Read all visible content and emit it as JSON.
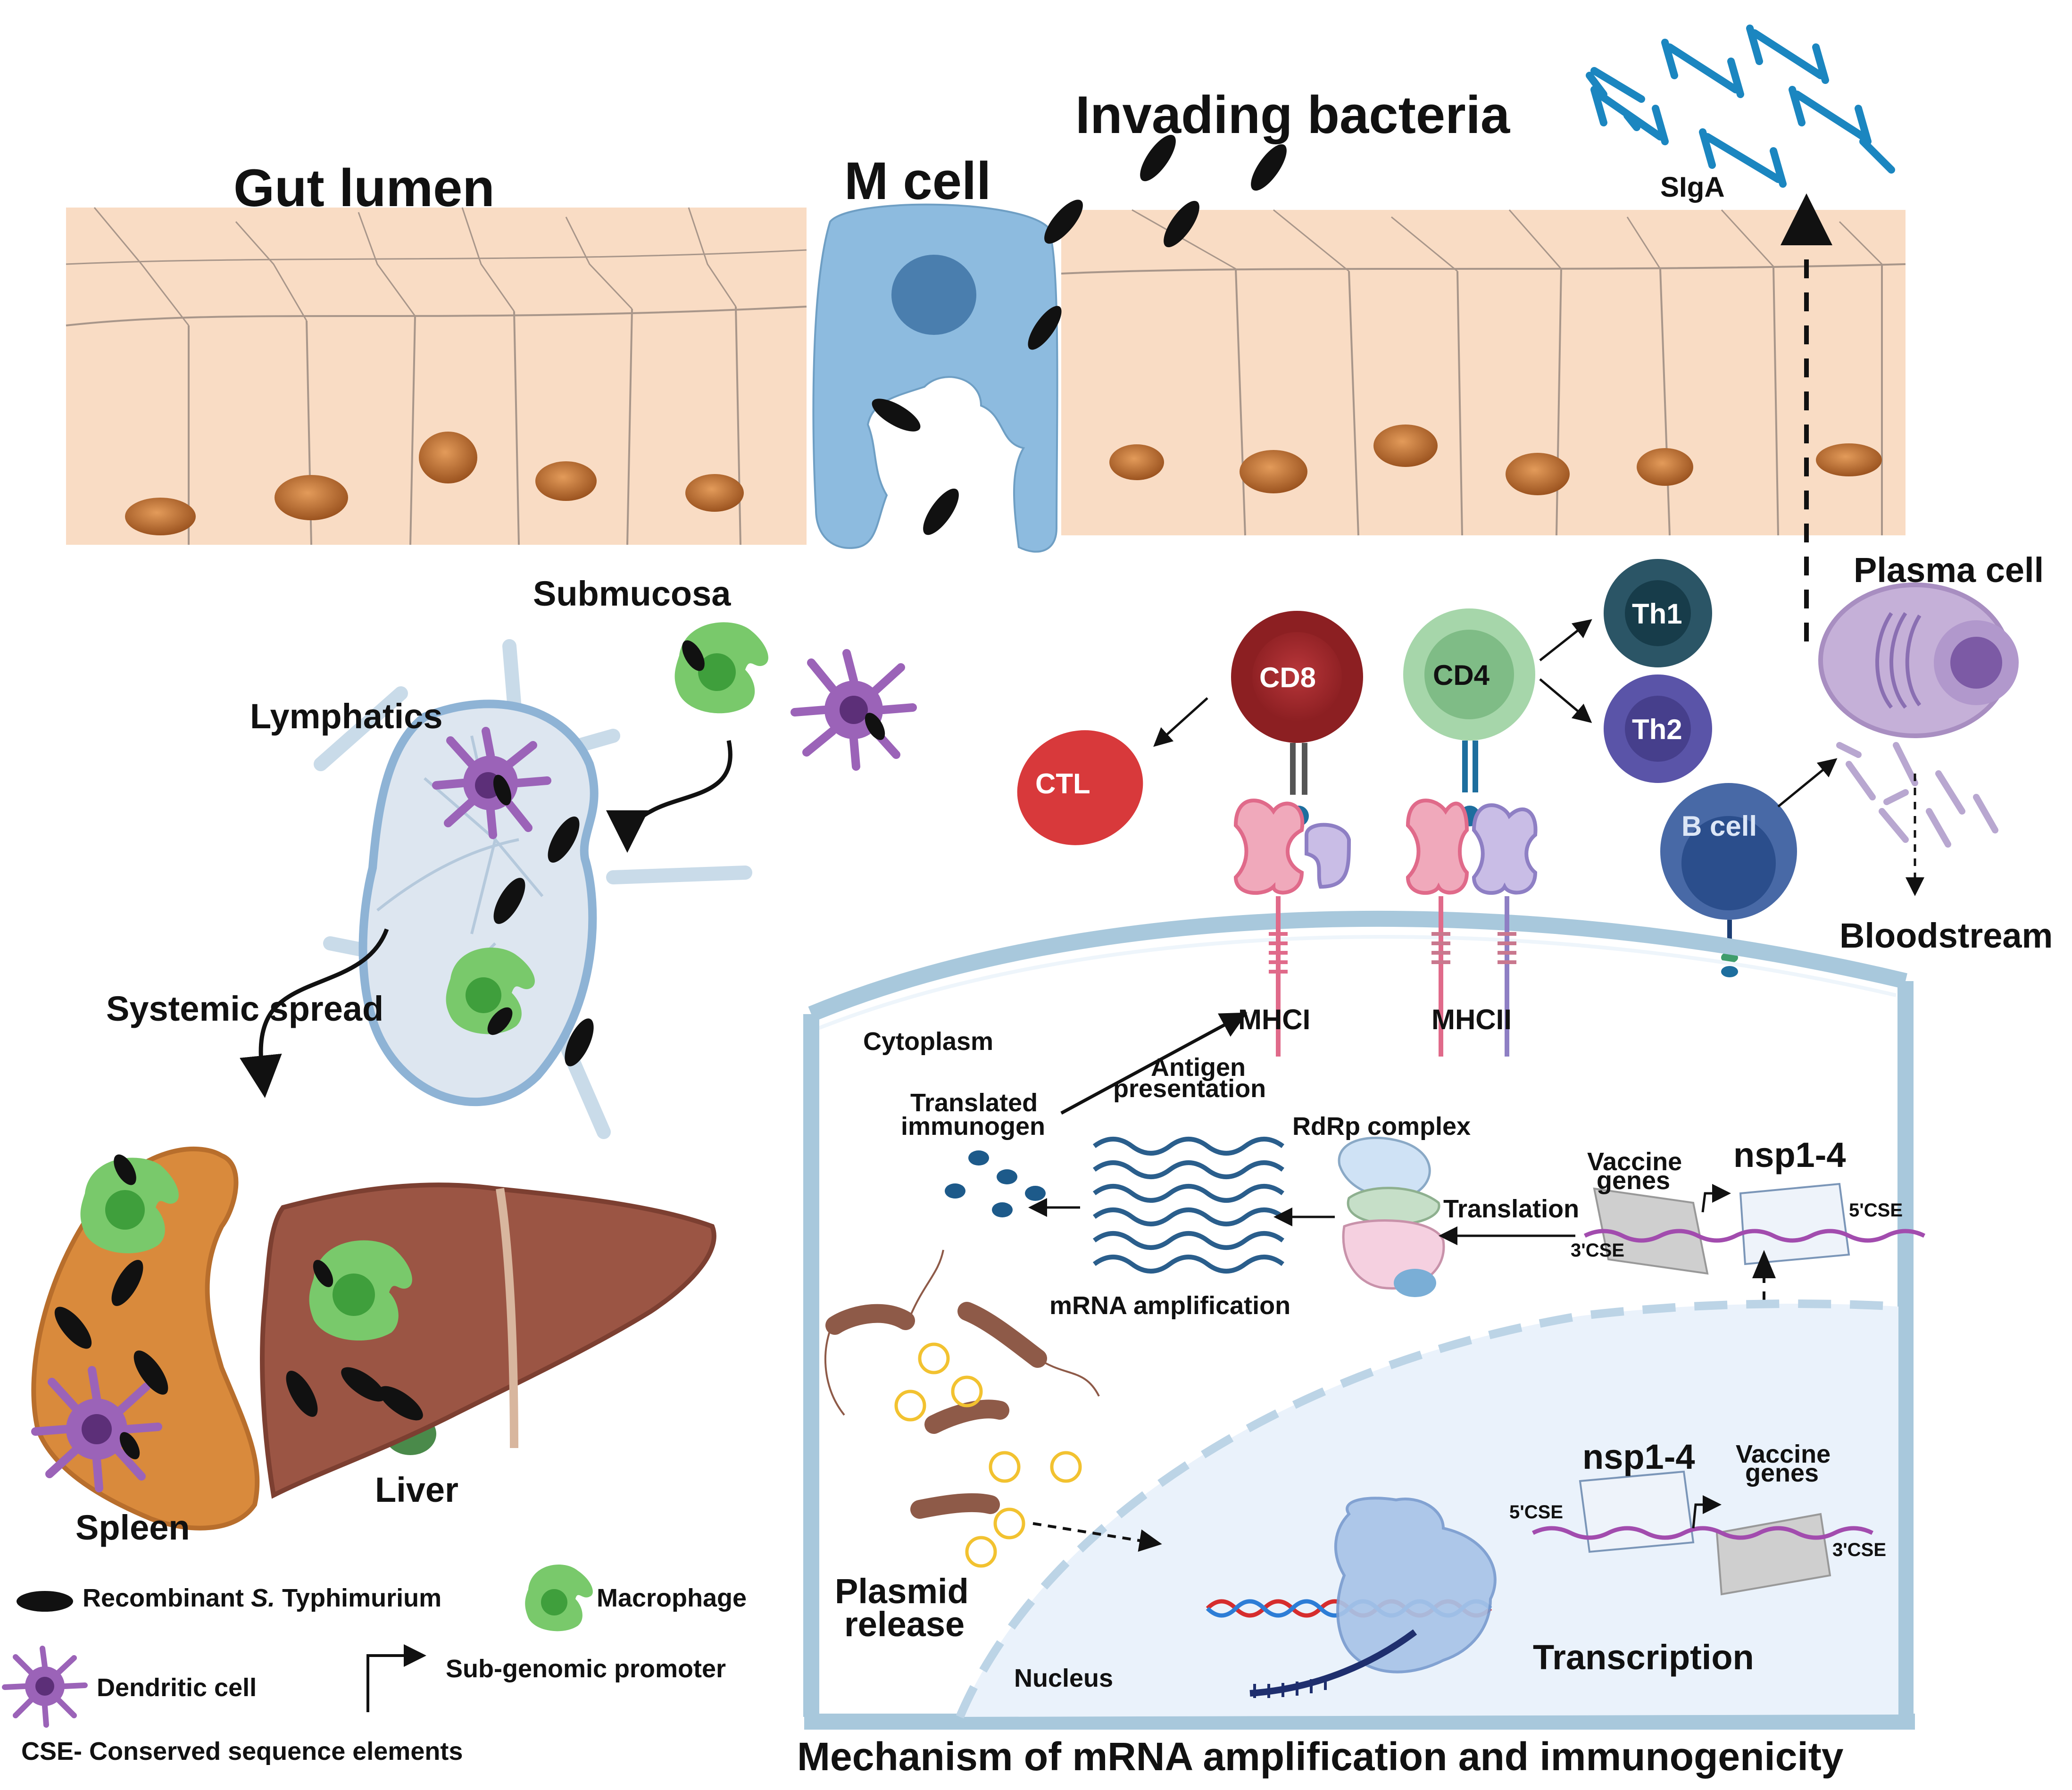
{
  "labels": {
    "gut_lumen": "Gut lumen",
    "m_cell": "M cell",
    "invading_bacteria": "Invading bacteria",
    "siga": "SIgA",
    "submucosa": "Submucosa",
    "lymphatics": "Lymphatics",
    "systemic_spread": "Systemic spread",
    "spleen": "Spleen",
    "liver": "Liver",
    "plasma_cell": "Plasma cell",
    "bloodstream": "Bloodstream",
    "b_cell": "B cell",
    "ctl": "CTL",
    "cd8": "CD8",
    "cd4": "CD4",
    "th1": "Th1",
    "th2": "Th2",
    "mhci": "MHCI",
    "mhcii": "MHCII",
    "cytoplasm": "Cytoplasm",
    "antigen": "Antigen",
    "presentation": "presentation",
    "translated": "Translated",
    "immunogen": "immunogen",
    "rdrp_complex": "RdRp complex",
    "vaccine_top": "Vaccine",
    "genes_top": "genes",
    "nsp_top": "nsp1-4",
    "translation": "Translation",
    "cse5_top": "5'CSE",
    "cse3_top": "3'CSE",
    "mrna_amplification": "mRNA amplification",
    "plasmid": "Plasmid",
    "release": "release",
    "nucleus": "Nucleus",
    "transcription": "Transcription",
    "nsp_bottom": "nsp1-4",
    "vaccine_bottom": "Vaccine",
    "genes_bottom": "genes",
    "cse5_bottom": "5'CSE",
    "cse3_bottom": "3'CSE",
    "mechanism_title": "Mechanism of mRNA amplification and immunogenicity"
  },
  "legend": {
    "recombinant_prefix": "Recombinant ",
    "recombinant_italic": "S.",
    "recombinant_suffix": " Typhimurium",
    "macrophage": "Macrophage",
    "dendritic_cell": "Dendritic cell",
    "sub_genomic_promoter": "Sub-genomic promoter",
    "cse_definition": "CSE- Conserved sequence elements"
  },
  "colors": {
    "epithelium": "#f9dcc4",
    "m_cell": "#8dbbdf",
    "nucleus_brown": "#b86a2c",
    "bacteria": "#111111",
    "macrophage": "#79c96b",
    "dendritic": "#9b63b8",
    "cd8": "#a3282b",
    "ctl": "#d8393b",
    "cd4": "#9ccf9f",
    "th1": "#2b5566",
    "th2": "#5a54a8",
    "b_cell": "#4869a6",
    "plasma_cell": "#c5b0d8",
    "mhc_pink": "#e68aa0",
    "mhc_purple": "#a496cc",
    "spleen": "#d98a3c",
    "liver": "#9b5544",
    "mrna": "#2a5e8c",
    "cell_membrane": "#a8c8dc",
    "nucleus_area": "#eaf2fb"
  }
}
